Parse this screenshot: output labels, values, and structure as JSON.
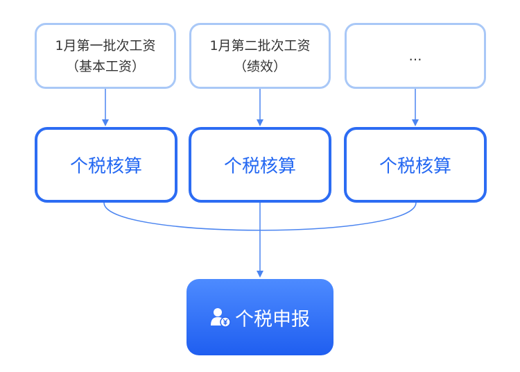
{
  "sources": [
    {
      "line1": "1月第一批次工资",
      "line2": "（基本工资）"
    },
    {
      "line1": "1月第二批次工资",
      "line2": "（绩效）"
    },
    {
      "line1": "…",
      "line2": ""
    }
  ],
  "calc": [
    {
      "label": "个税核算"
    },
    {
      "label": "个税核算"
    },
    {
      "label": "个税核算"
    }
  ],
  "declare": {
    "label": "个税申报",
    "icon": "user-yen-icon"
  },
  "colors": {
    "light_border": "#a9c8f7",
    "accent": "#2c6cf3",
    "arrow": "#4a84f0"
  }
}
